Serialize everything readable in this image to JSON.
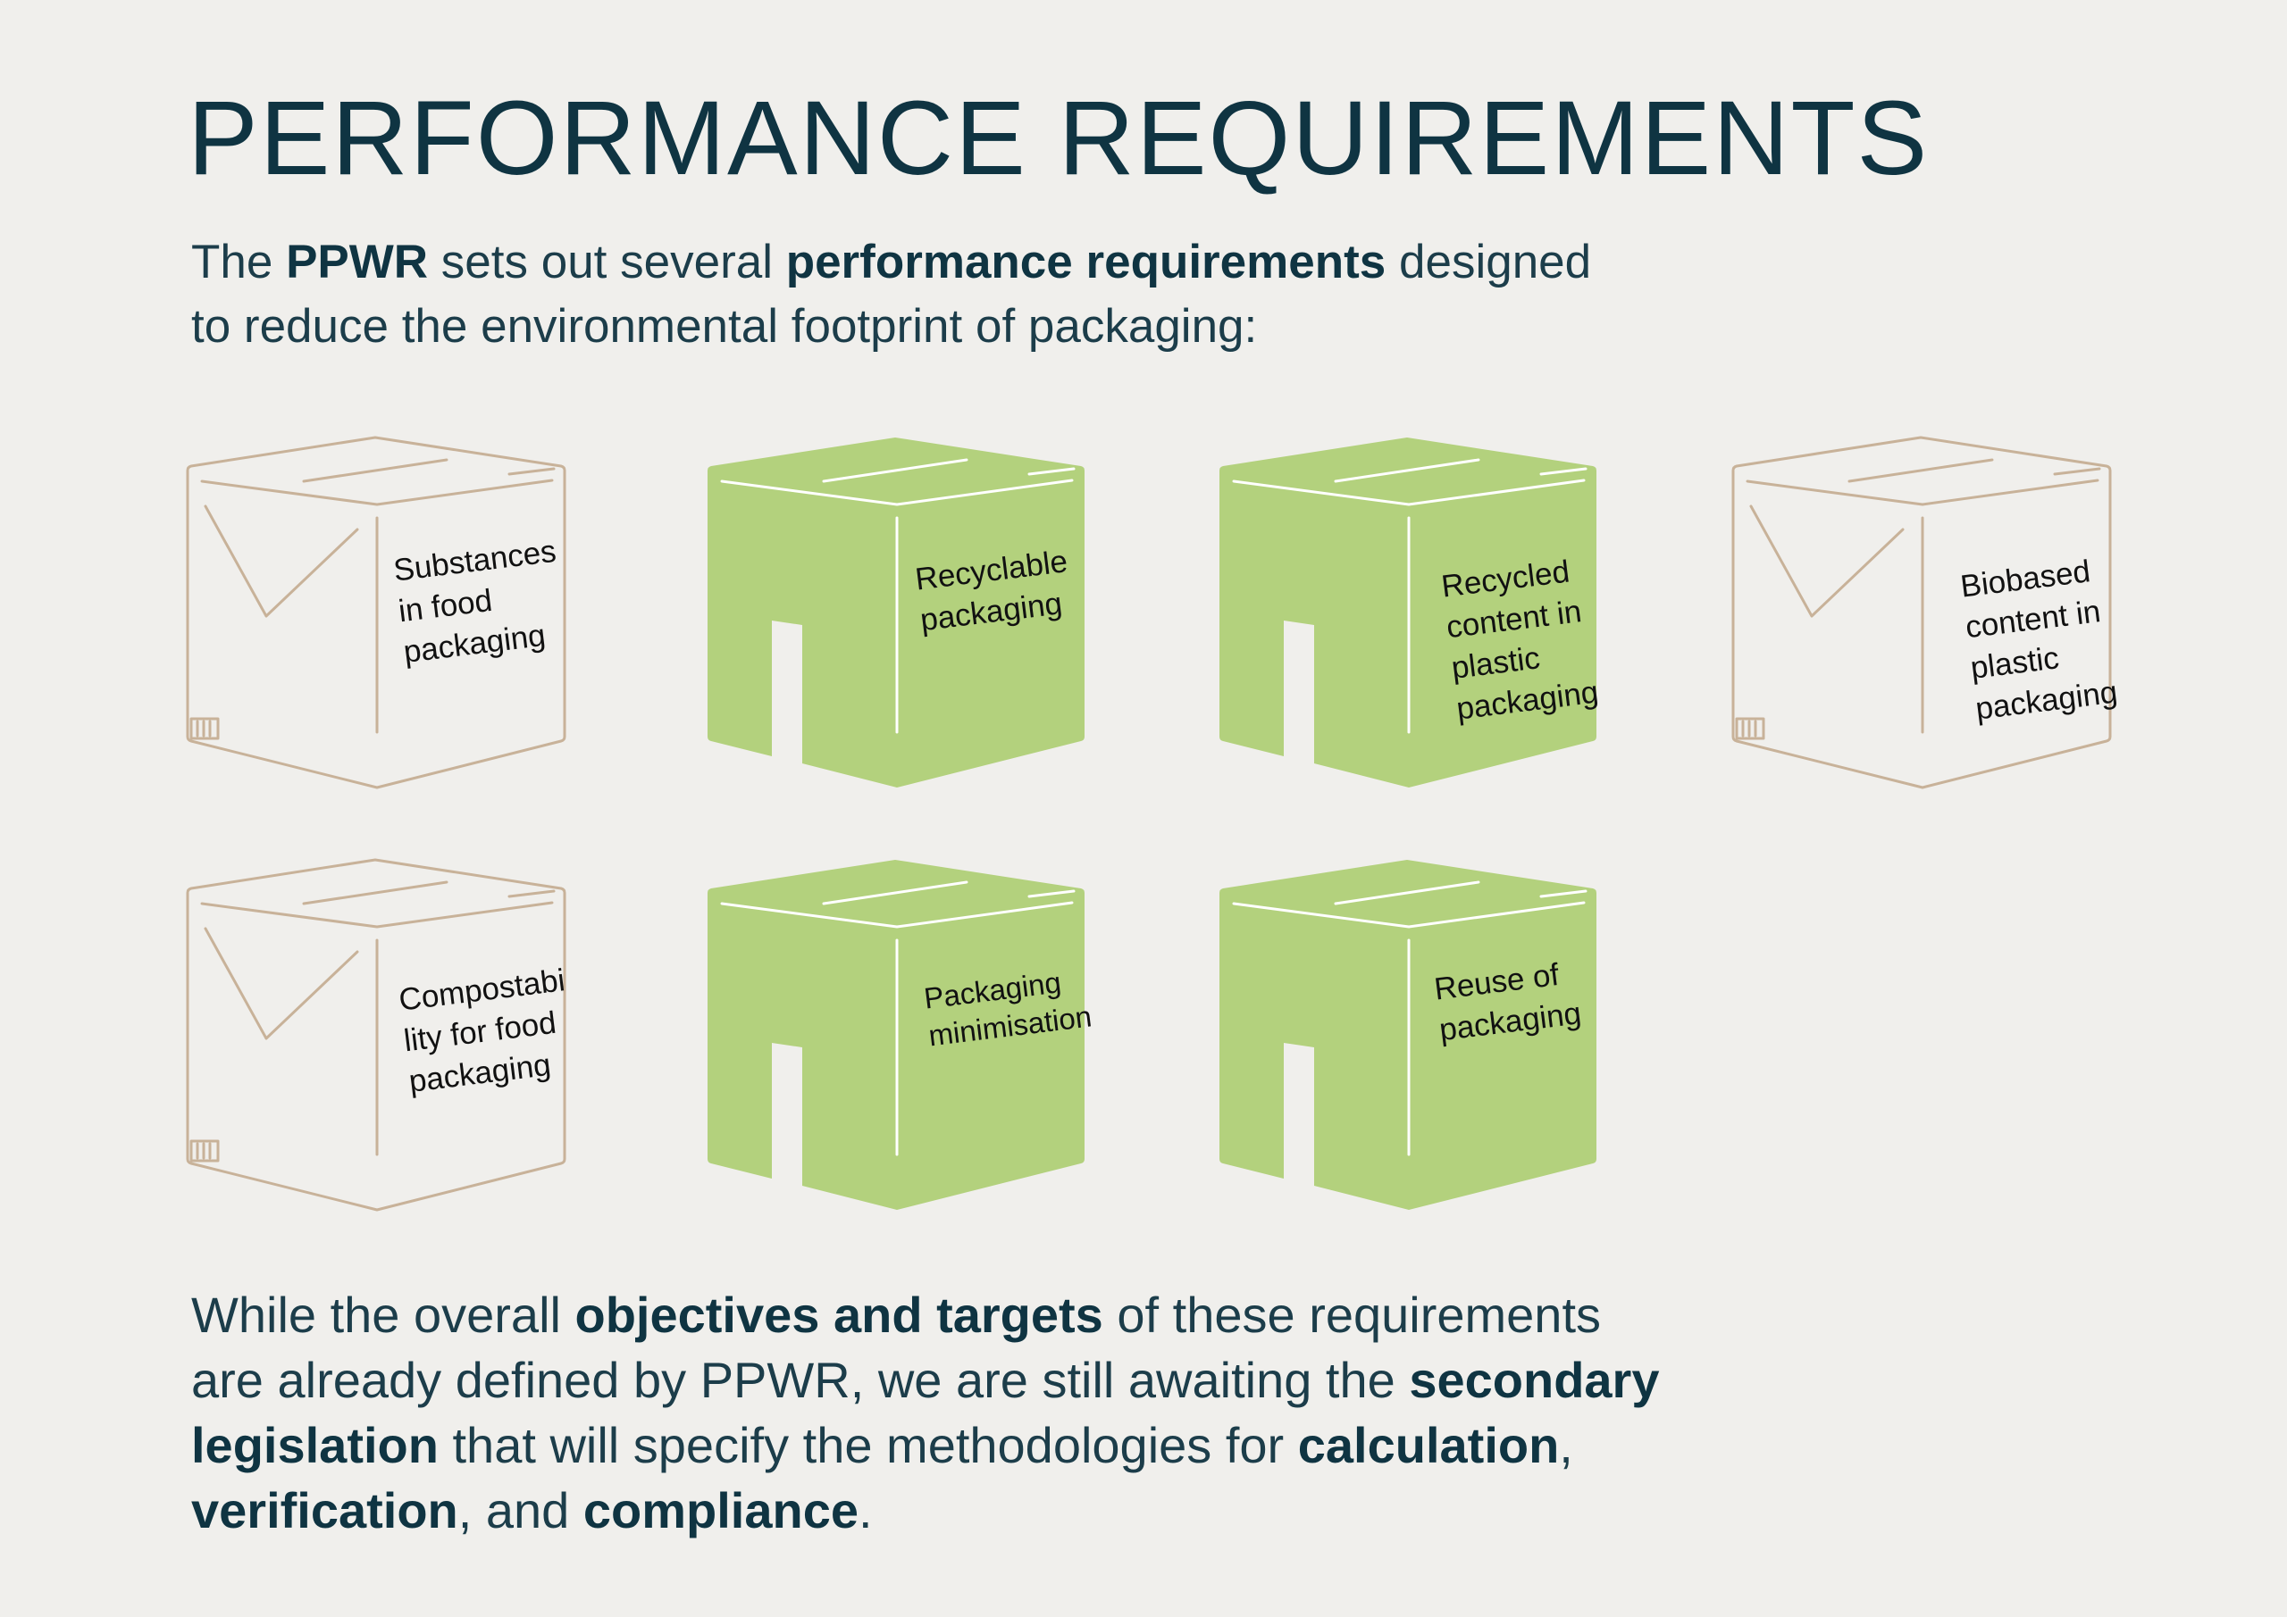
{
  "title": "PERFORMANCE REQUIREMENTS",
  "intro": {
    "t1": "The ",
    "b1": "PPWR",
    "t2": " sets out several ",
    "b2": "performance requirements",
    "t3": " designed",
    "line2": "to reduce the environmental footprint of packaging:"
  },
  "boxes": [
    {
      "label": "Substances\nin food\npackaging",
      "style": "outline"
    },
    {
      "label": "Recyclable\npackaging",
      "style": "filled"
    },
    {
      "label": "Recycled\ncontent in\nplastic\npackaging",
      "style": "filled"
    },
    {
      "label": "Biobased\ncontent in\nplastic\npackaging",
      "style": "outline"
    },
    {
      "label": "Compostabi\nlity for food\npackaging",
      "style": "outline"
    },
    {
      "label": "Packaging\nminimisation",
      "style": "filled"
    },
    {
      "label": "Reuse of\npackaging",
      "style": "filled"
    }
  ],
  "colors": {
    "filled": "#b3d17d",
    "outline": "#c8b299",
    "text": "#0f3442"
  },
  "outro": {
    "t1": "While the overall ",
    "b1": "objectives and targets",
    "t2": " of these requirements",
    "t3": "are already defined by PPWR, we are still awaiting the ",
    "b2": "secondary",
    "b3": "legislation",
    "t4": " that will specify the methodologies for ",
    "b4": "calculation",
    "t5": ",",
    "b5": "verification",
    "t6": ", and ",
    "b6": "compliance",
    "t7": "."
  }
}
